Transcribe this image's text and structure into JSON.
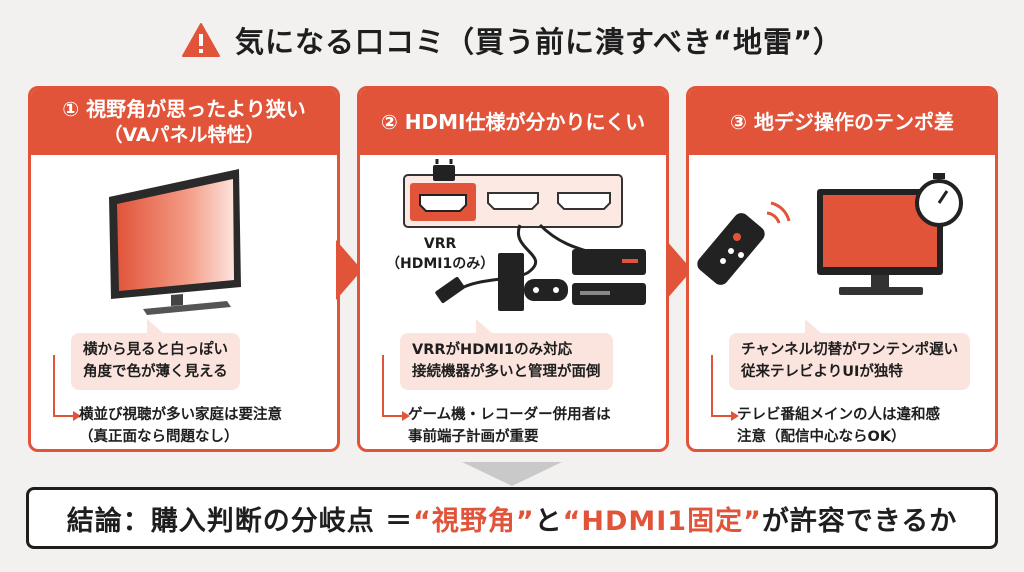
{
  "header": {
    "title": "気になる口コミ（買う前に潰すべき“地雷”）"
  },
  "cards": [
    {
      "title": "① 視野角が思ったより狭い",
      "subtitle": "（VAパネル特性）",
      "bubble": [
        "横から見ると白っぽい",
        "角度で色が薄く見える"
      ],
      "note": [
        "横並び視聴が多い家庭は要注意",
        "（真正面なら問題なし）"
      ]
    },
    {
      "title": "② HDMI仕様が分かりにくい",
      "illus_label": [
        "VRR",
        "（HDMI1のみ）"
      ],
      "bubble": [
        "VRRがHDMI1のみ対応",
        "接続機器が多いと管理が面倒"
      ],
      "note": [
        "ゲーム機・レコーダー併用者は",
        "事前端子計画が重要"
      ]
    },
    {
      "title": "③ 地デジ操作のテンポ差",
      "bubble": [
        "チャンネル切替がワンテンポ遅い",
        "従来テレビよりUIが独特"
      ],
      "note": [
        "テレビ番組メインの人は違和感",
        "注意（配信中心ならOK）"
      ]
    }
  ],
  "conclusion": {
    "prefix": "結論：購入判断の分岐点 ＝ ",
    "term1": "“視野角”",
    "mid": "と",
    "term2": "“HDMI1固定”",
    "suffix": "が許容できるか"
  },
  "colors": {
    "accent": "#e1543a",
    "bubble": "#fbe4dd",
    "background": "#f2f1ef"
  }
}
